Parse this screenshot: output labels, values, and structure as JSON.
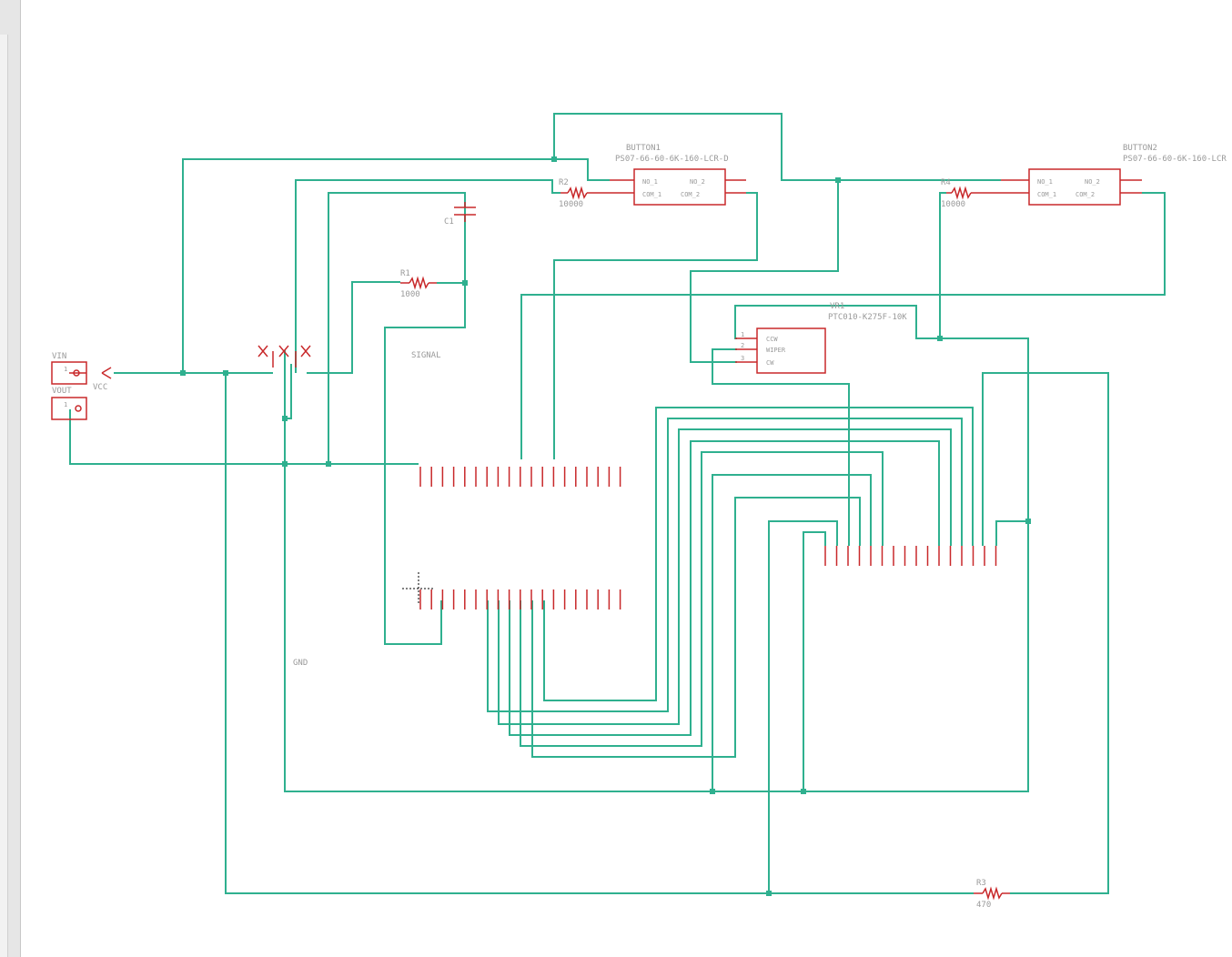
{
  "canvas": {
    "background": "#ffffff",
    "wire_color": "#2fb08f",
    "part_color": "#c8282a",
    "label_color": "#9a9a9a"
  },
  "labels": {
    "button1_name": "BUTTON1",
    "button1_value": "PS07-66-60-6K-160-LCR-D",
    "button2_name": "BUTTON2",
    "button2_value": "PS07-66-60-6K-160-LCR",
    "sw_pin_a1": "NO_1",
    "sw_pin_a2": "NO_2",
    "sw_pin_b1": "COM_1",
    "sw_pin_b2": "COM_2",
    "r2_name": "R2",
    "r2_value": "10000",
    "r4_name": "R4",
    "r4_value": "10000",
    "r1_name": "R1",
    "r1_value": "1000",
    "r3_name": "R3",
    "r3_value": "470",
    "c1_name": "C1",
    "vr_name": "VR1",
    "vr_value": "PTC010-K275F-10K",
    "vr_pin1": "CCW",
    "vr_pin2": "WIPER",
    "vr_pin3": "CW",
    "signal_label": "SIGNAL",
    "gnd_label": "GND",
    "vin_label": "VIN",
    "vout_label": "VOUT",
    "vcc_label": "VCC"
  }
}
